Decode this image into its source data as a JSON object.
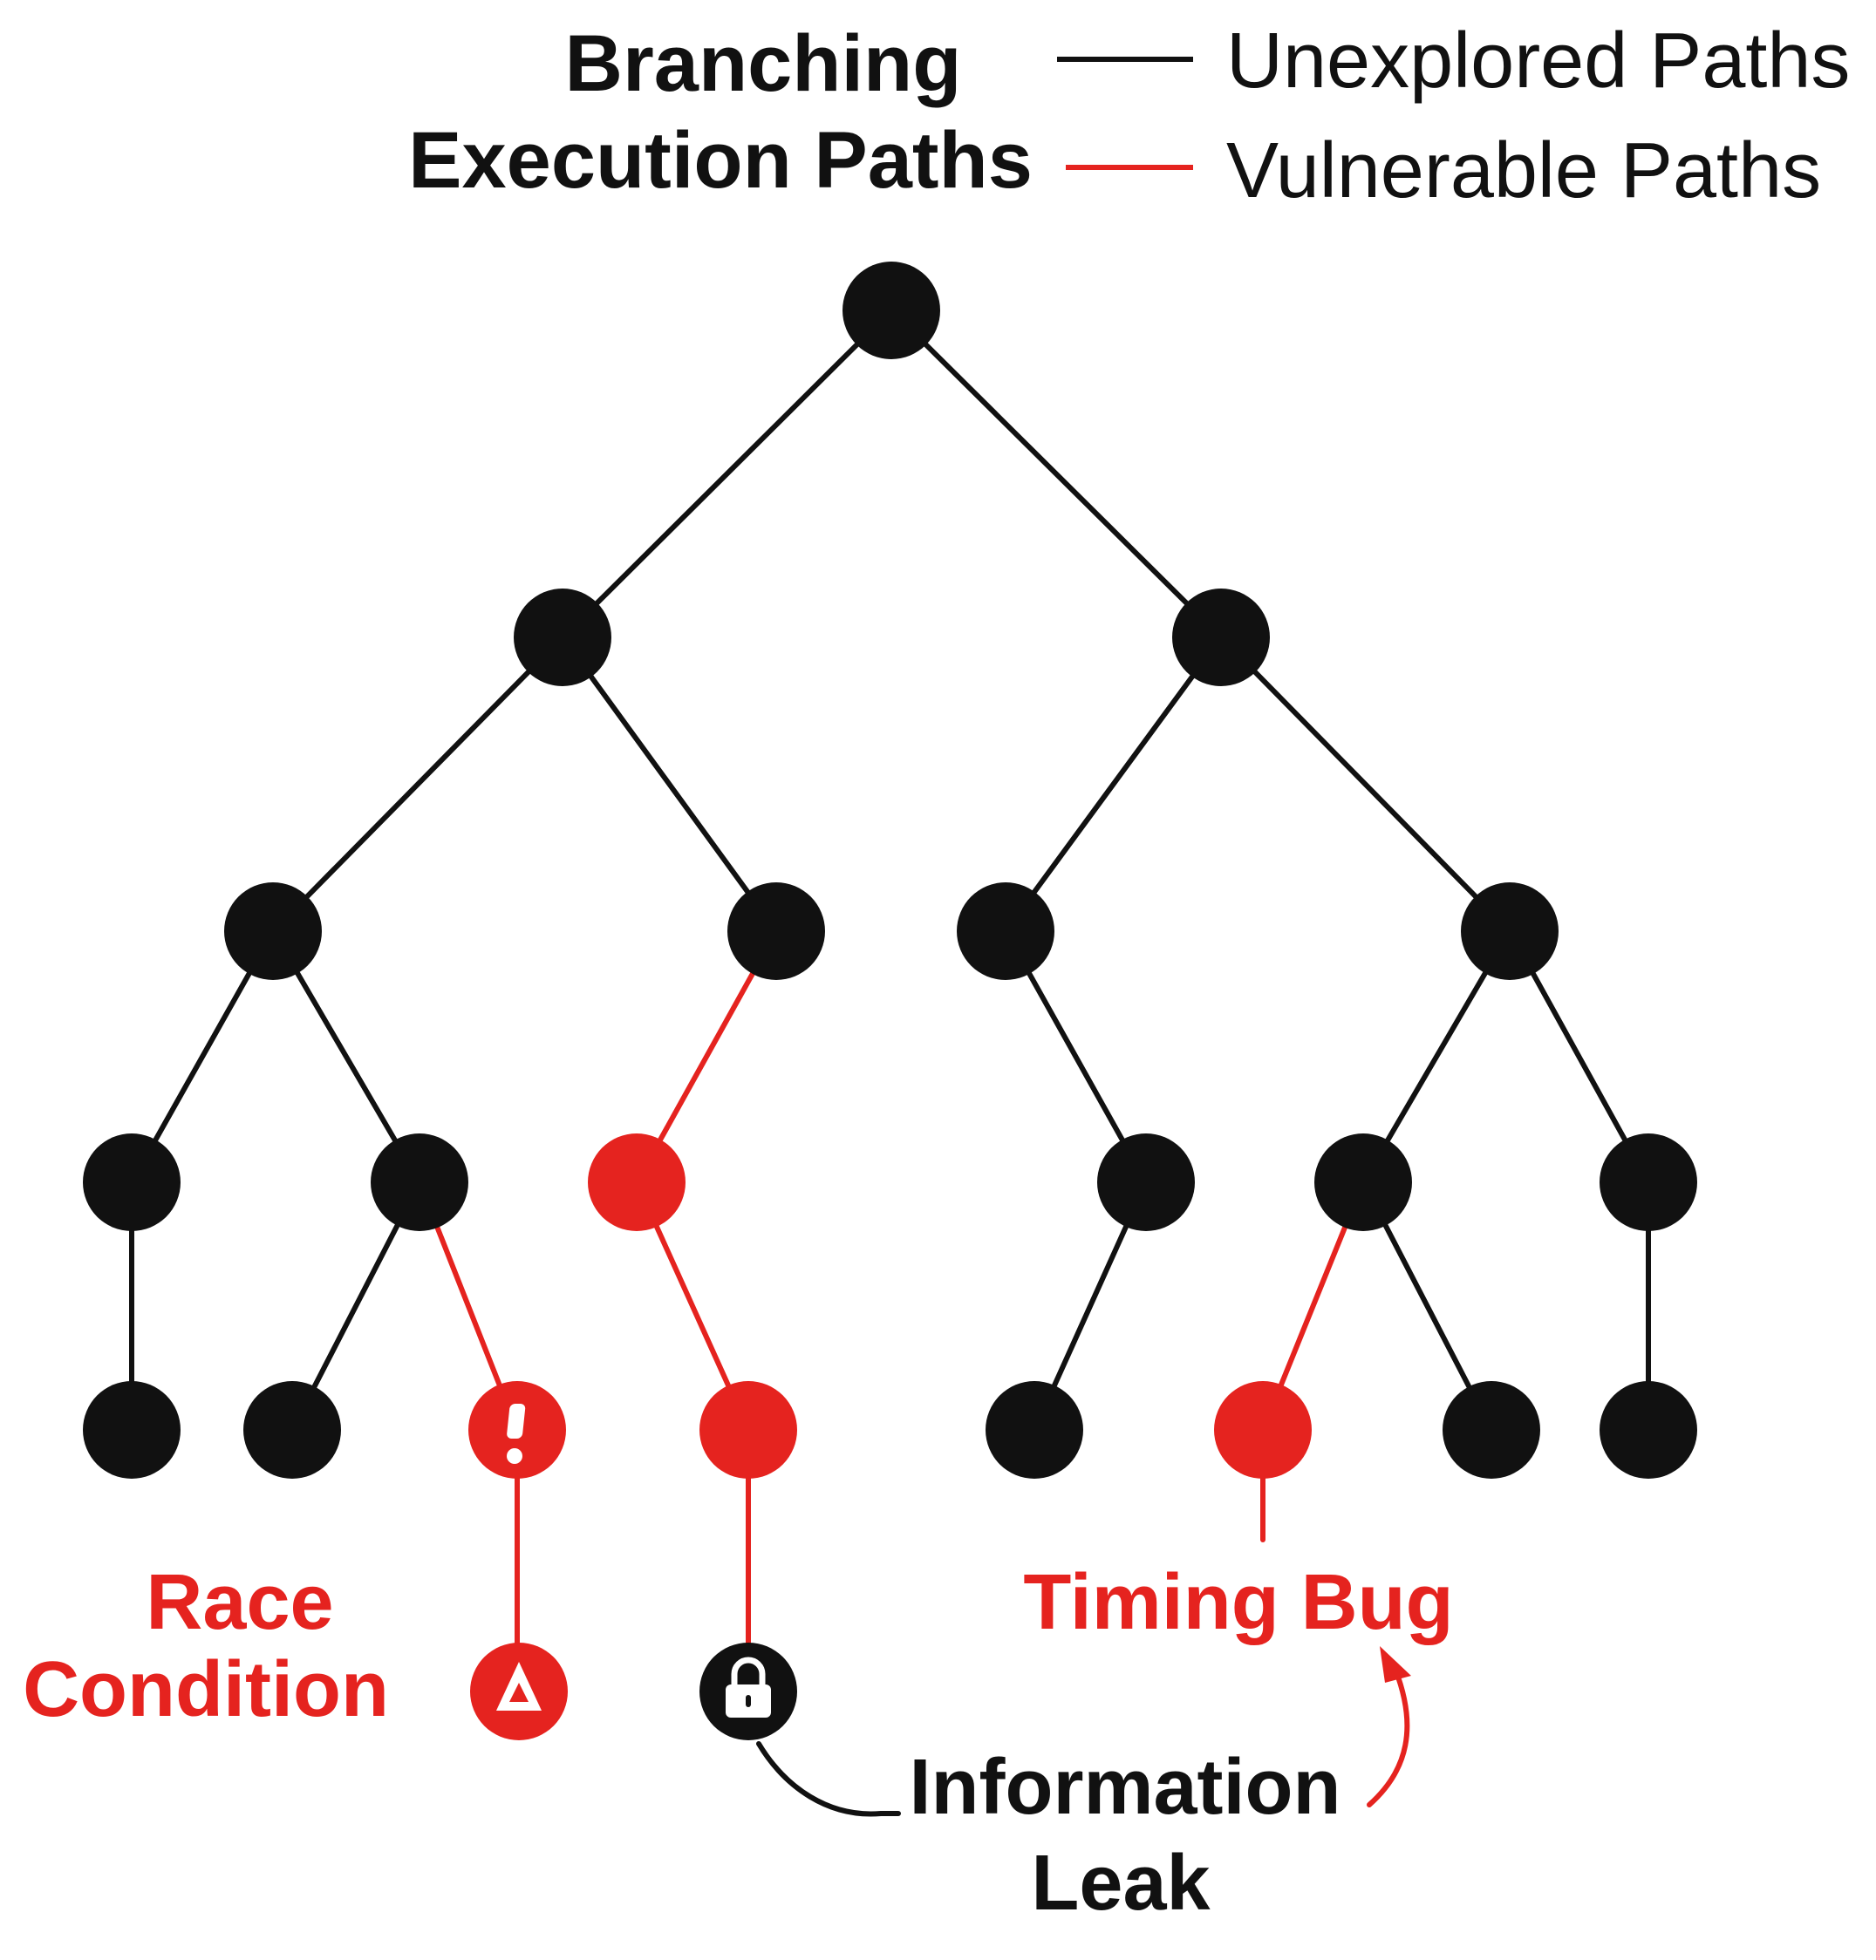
{
  "title": [
    "Branching",
    "Execution Paths"
  ],
  "legend": [
    {
      "label": "Unexplored Paths",
      "color": "#111111"
    },
    {
      "label": "Vulnerable Paths",
      "color": "#e5231f"
    }
  ],
  "colors": {
    "normal": "#111111",
    "vulnerable": "#e5231f",
    "background": "#ffffff"
  },
  "labels": {
    "race_condition": [
      "Race",
      "Condition"
    ],
    "timing_bug": "Timing Bug",
    "information_leak": [
      "Information",
      "Leak"
    ]
  },
  "icons": {
    "exclamation": "exclamation-icon",
    "warning": "warning-triangle-icon",
    "lock": "padlock-icon",
    "arrow": "curved-arrow-icon"
  }
}
